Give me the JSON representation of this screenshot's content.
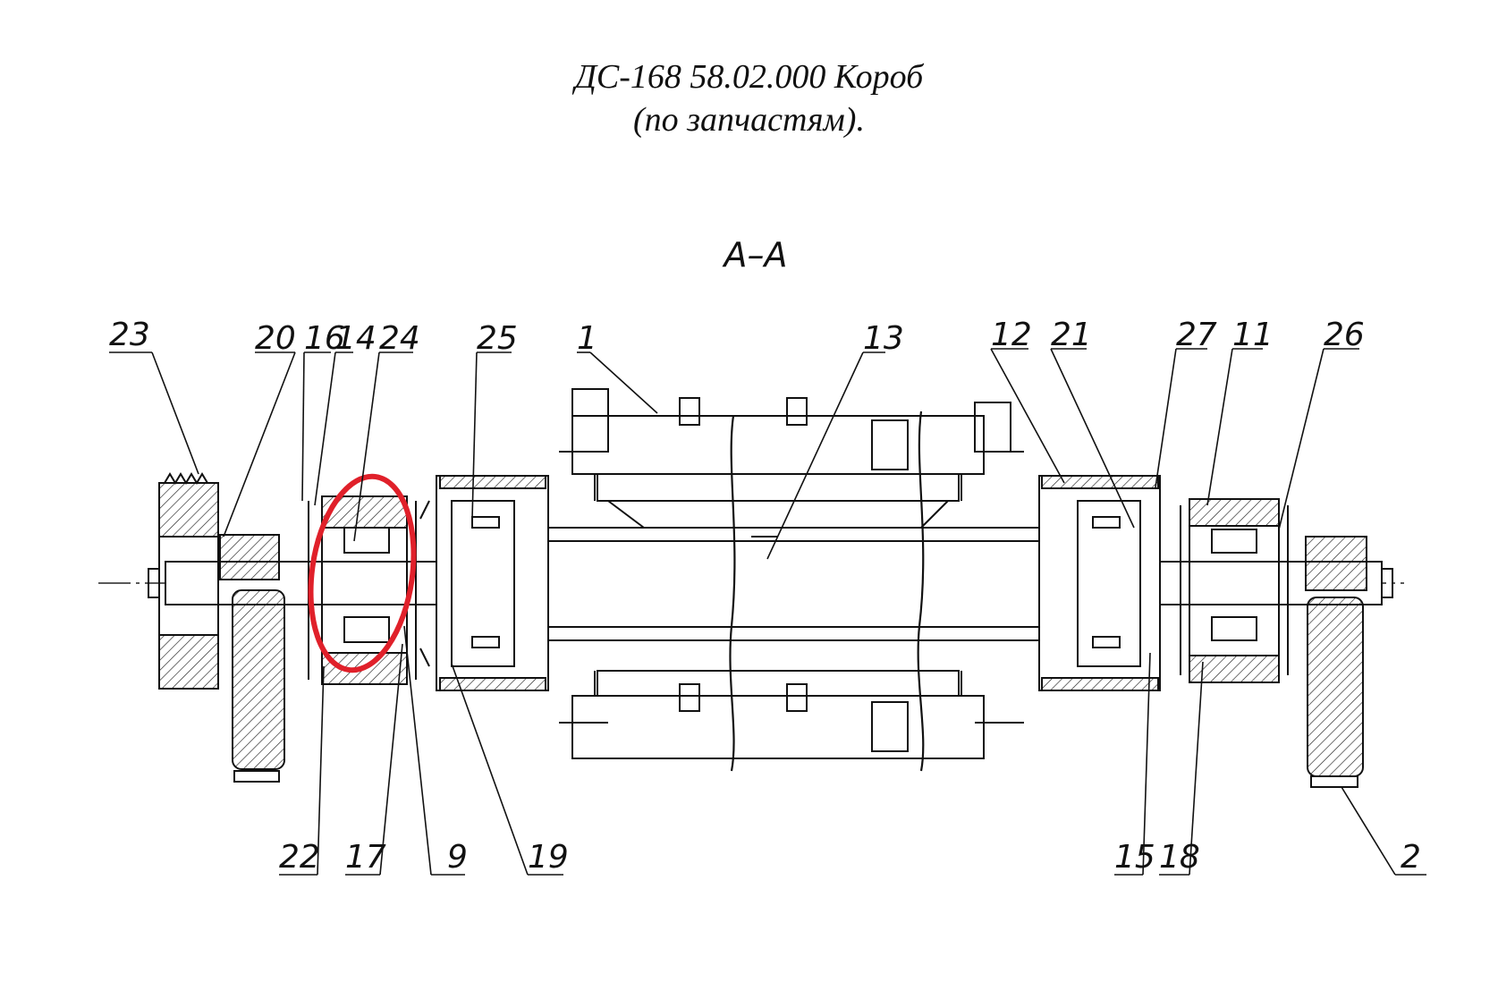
{
  "title": {
    "line1": "ДС-168 58.02.000 Короб",
    "line2": "(по запчастям)."
  },
  "section_label": "А–А",
  "callouts_top": [
    "23",
    "20",
    "16",
    "14",
    "24",
    "25",
    "1",
    "13",
    "12",
    "21",
    "27",
    "11",
    "26"
  ],
  "callouts_bottom": [
    "22",
    "17",
    "9",
    "19",
    "15",
    "18",
    "2"
  ],
  "colors": {
    "line": "#111111",
    "highlight": "#e0202a",
    "background": "#ffffff"
  }
}
